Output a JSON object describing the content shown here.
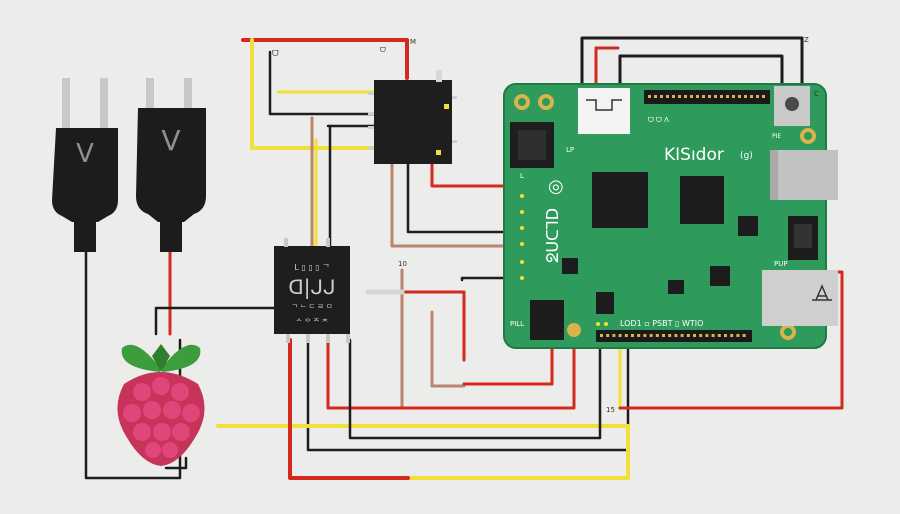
{
  "colors": {
    "background": "#ececeb",
    "board": "#2e9a5c",
    "board_edge": "#217a46",
    "wire_red": "#d42a1e",
    "wire_yellow": "#f2e03a",
    "wire_black": "#1d1d1d",
    "wire_brown": "#b8866a",
    "module": "#1e1e1e",
    "raspberry": "#c8335a",
    "leaf": "#3d9c3c"
  },
  "plugs": [
    {
      "name": "plug-left",
      "icon": "power-plug-icon",
      "symbol": "V"
    },
    {
      "name": "plug-right",
      "icon": "power-plug-icon",
      "symbol": "V"
    }
  ],
  "logo": {
    "icon": "raspberry-pi-logo-icon"
  },
  "relay_module": {
    "line1": "L ▯ ▯ ▯ ᄀ",
    "big_text": "ᗡ|ᒍᒍ",
    "line2": "ᄀ ᄂ ᄃ ᄅ ᄆ",
    "line3": "ᄉ ᄋ ᄌ ᄎ"
  },
  "top_module": {
    "top_label_left": "ᗜ",
    "top_label_right": "M",
    "side_pin": "ᗜ"
  },
  "board": {
    "brand": "KISıdor",
    "brand_suffix": "(g)",
    "vertical_text": "ᗡᒪᑐᑎᘔ",
    "logo_glyph": "◎",
    "label_pie": "PIE",
    "label_pup": "PUP",
    "label_pill": "PILL",
    "label_lp": "LP",
    "label_bottom": "LOD1 ▫ PSBT ▯ WTIO",
    "label_top_hdr": "ᗜ ᗜ ᐱ",
    "label_l": "L",
    "header_pins": 20
  },
  "markers": {
    "top_right_z": "Z",
    "wire_10": "10",
    "wire_15": "15",
    "wire_c": "C"
  }
}
